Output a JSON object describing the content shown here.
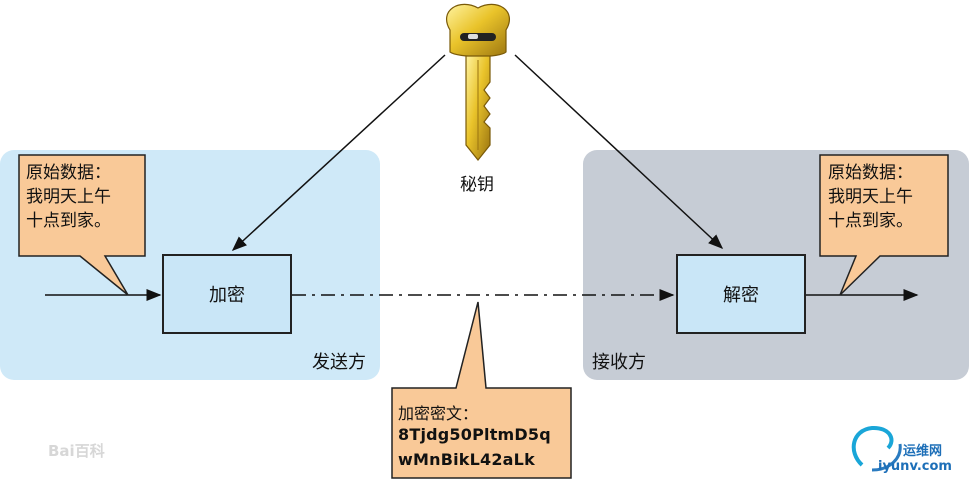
{
  "key": {
    "label": "秘钥"
  },
  "sender": {
    "panel_label": "发送方",
    "process_label": "加密",
    "callout_text": "原始数据：\n我明天上午\n十点到家。"
  },
  "receiver": {
    "panel_label": "接收方",
    "process_label": "解密",
    "callout_text": "原始数据：\n我明天上午\n十点到家。"
  },
  "ciphertext": {
    "title": "加密密文：",
    "line1": "8Tjdg50PltmD5q",
    "line2": "wMnBikL42aLk"
  },
  "watermark": {
    "text": "Bai百科"
  },
  "site_logo": {
    "title": "运维网",
    "url": "iyunv.com"
  },
  "colors": {
    "sender_panel": "#cfe9f8",
    "receiver_panel": "#c6ccd5",
    "callout_fill": "#f9c998",
    "process_fill": "#c9e6f7",
    "key_gold": "#e9c32a"
  }
}
